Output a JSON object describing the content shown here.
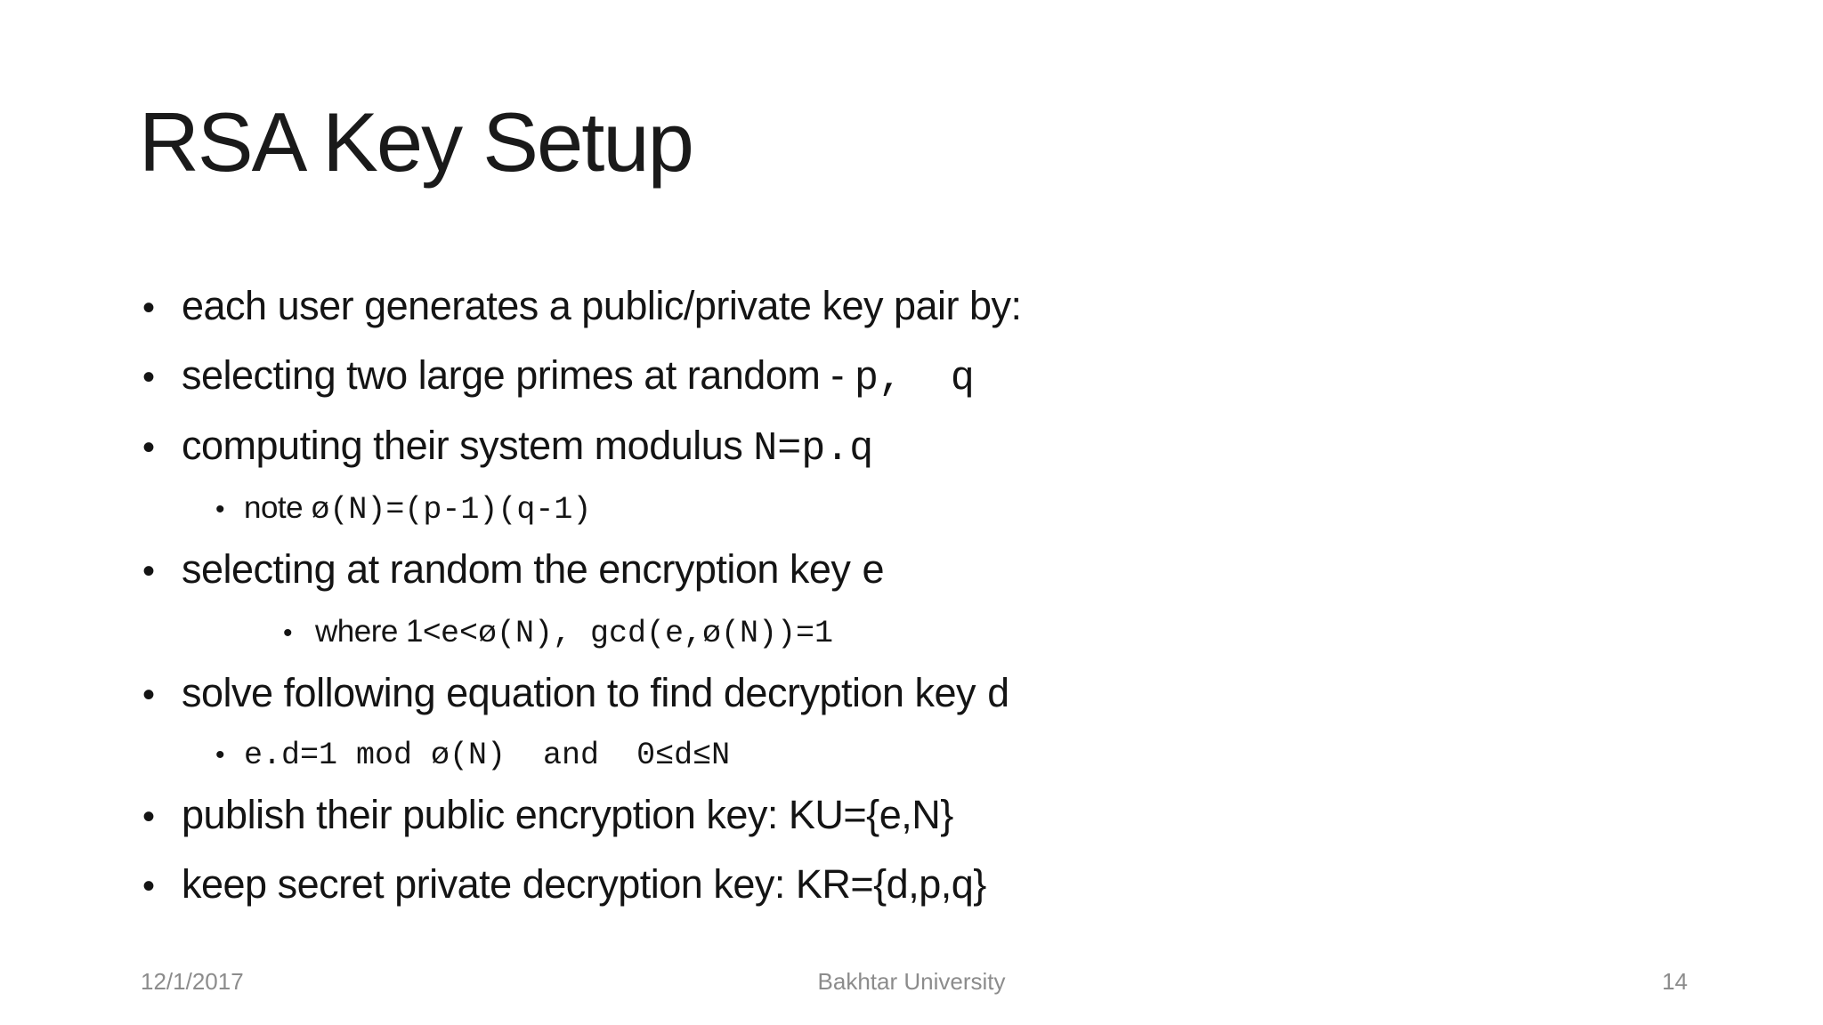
{
  "slide": {
    "title": "RSA Key Setup",
    "background_color": "#ffffff",
    "text_color": "#141414",
    "footer": {
      "date": "12/1/2017",
      "center": "Bakhtar University",
      "page_number": "14",
      "color": "#8c8c8c"
    },
    "bullets": [
      {
        "level": 1,
        "segments": [
          {
            "font": "sans",
            "text": "each user generates a public/private key pair by:"
          }
        ]
      },
      {
        "level": 1,
        "segments": [
          {
            "font": "sans",
            "text": "selecting two large primes at random - "
          },
          {
            "font": "mono",
            "text": "p,  q"
          }
        ]
      },
      {
        "level": 1,
        "segments": [
          {
            "font": "sans",
            "text": "computing their system modulus "
          },
          {
            "font": "mono",
            "text": "N=p.q"
          }
        ]
      },
      {
        "level": 2,
        "segments": [
          {
            "font": "sans",
            "text": "note "
          },
          {
            "font": "mono",
            "text": "ø(N)=(p-1)(q-1)"
          }
        ]
      },
      {
        "level": 1,
        "segments": [
          {
            "font": "sans",
            "text": "selecting at random the encryption key "
          },
          {
            "font": "mono",
            "text": "e"
          }
        ]
      },
      {
        "level": 3,
        "segments": [
          {
            "font": "sans",
            "text": "where 1<"
          },
          {
            "font": "mono",
            "text": "e<ø(N), gcd(e,ø(N))=1"
          }
        ]
      },
      {
        "level": 1,
        "segments": [
          {
            "font": "sans",
            "text": "solve following equation to find decryption key "
          },
          {
            "font": "mono",
            "text": "d"
          }
        ]
      },
      {
        "level": 2,
        "segments": [
          {
            "font": "mono",
            "text": "e.d=1 mod ø(N)  and  0≤d≤N"
          }
        ]
      },
      {
        "level": 1,
        "segments": [
          {
            "font": "sans",
            "text": "publish their public encryption key: KU={e,N}"
          }
        ]
      },
      {
        "level": 1,
        "segments": [
          {
            "font": "sans",
            "text": "keep secret private decryption key: KR={d,p,q}"
          }
        ]
      }
    ],
    "bullet_marker": "•"
  }
}
